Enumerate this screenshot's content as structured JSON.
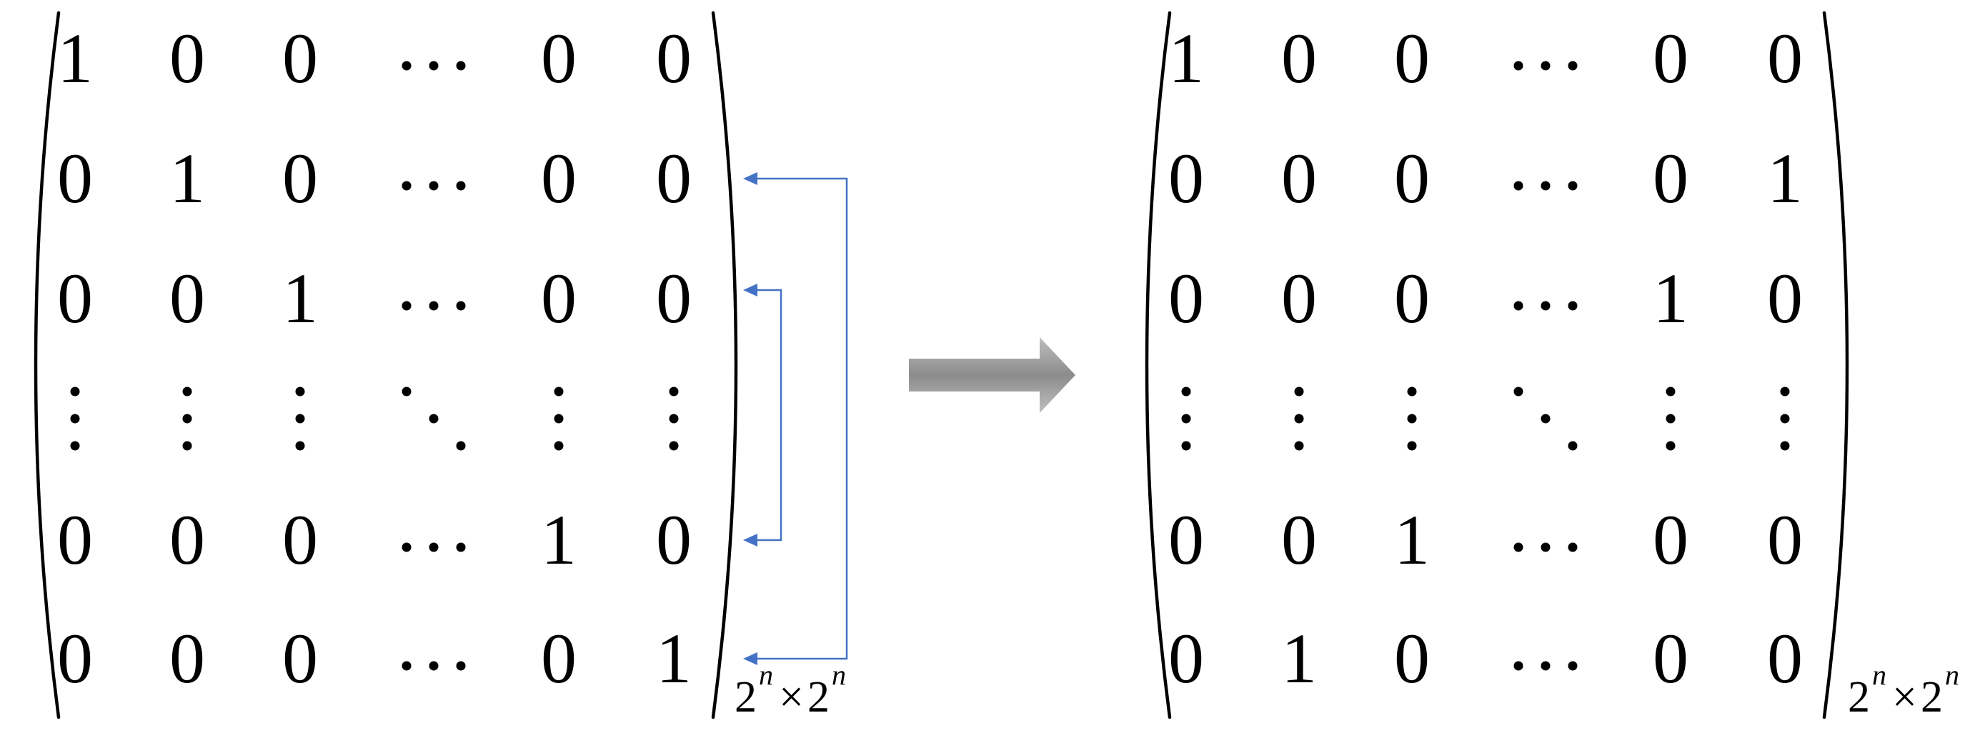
{
  "colors": {
    "swap_arrow": "#4472c4",
    "transform_arrow_dark": "#8c8c8c",
    "transform_arrow_light": "#bfbfbf"
  },
  "matrices": [
    {
      "id": "identity",
      "rows": [
        [
          "1",
          "0",
          "0",
          "…",
          "0",
          "0"
        ],
        [
          "0",
          "1",
          "0",
          "…",
          "0",
          "0"
        ],
        [
          "0",
          "0",
          "1",
          "…",
          "0",
          "0"
        ],
        [
          "⋮",
          "⋮",
          "⋮",
          "⋱",
          "⋮",
          "⋮"
        ],
        [
          "0",
          "0",
          "0",
          "…",
          "1",
          "0"
        ],
        [
          "0",
          "0",
          "0",
          "…",
          "0",
          "1"
        ]
      ],
      "size_label": {
        "base": "2",
        "exp": "n",
        "times": "×"
      }
    },
    {
      "id": "permuted",
      "rows": [
        [
          "1",
          "0",
          "0",
          "…",
          "0",
          "0"
        ],
        [
          "0",
          "0",
          "0",
          "…",
          "0",
          "1"
        ],
        [
          "0",
          "0",
          "0",
          "…",
          "1",
          "0"
        ],
        [
          "⋮",
          "⋮",
          "⋮",
          "⋱",
          "⋮",
          "⋮"
        ],
        [
          "0",
          "0",
          "1",
          "…",
          "0",
          "0"
        ],
        [
          "0",
          "1",
          "0",
          "…",
          "0",
          "0"
        ]
      ],
      "size_label": {
        "base": "2",
        "exp": "n",
        "times": "×"
      }
    }
  ],
  "swaps": [
    {
      "row_a": 2,
      "row_b": 6
    },
    {
      "row_a": 3,
      "row_b": 5
    }
  ]
}
